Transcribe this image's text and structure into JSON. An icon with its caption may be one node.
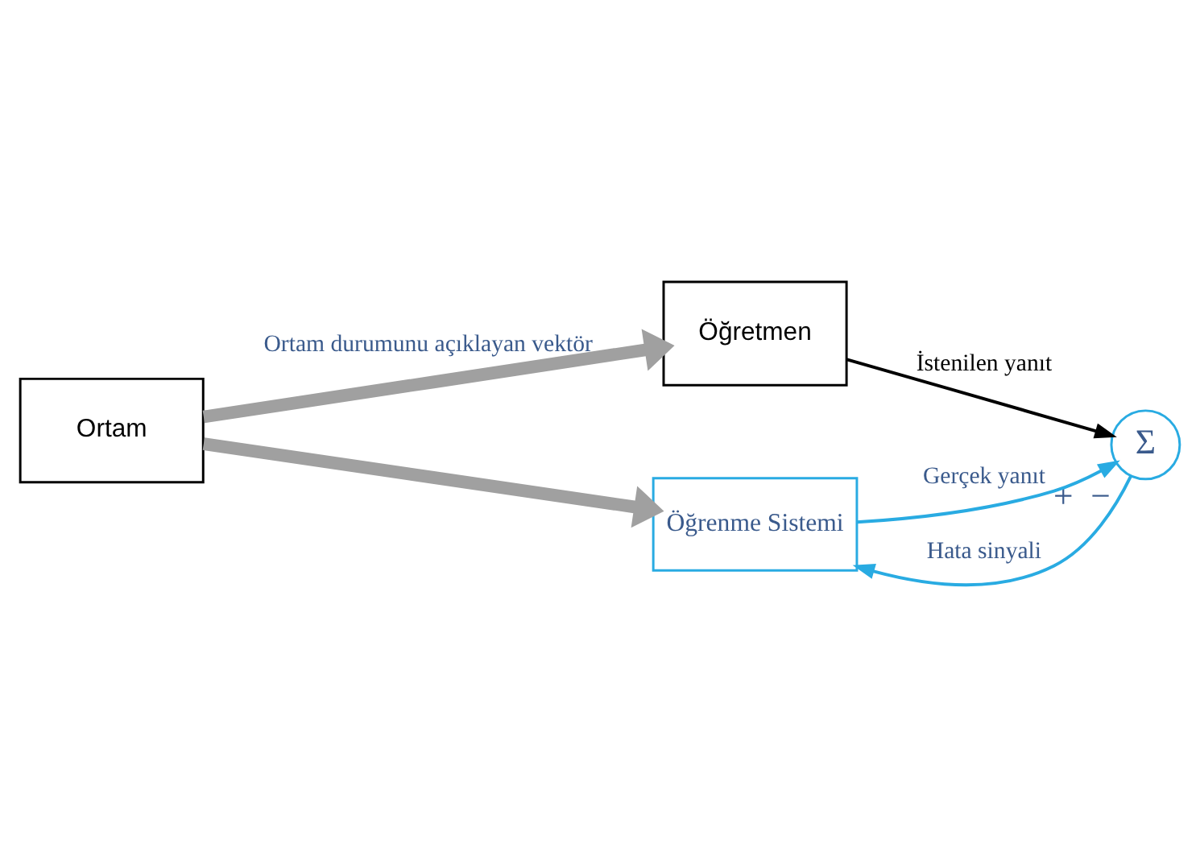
{
  "diagram": {
    "nodes": [
      {
        "text": [
          "Ortam"
        ]
      },
      {
        "text": [
          "Öğretmen"
        ]
      },
      {
        "text": [
          "Öğrenme Sistemi"
        ]
      },
      {
        "text": [
          "Σ"
        ],
        "beside": [
          "+",
          "−"
        ]
      }
    ],
    "edges": [
      {
        "from": 0,
        "to": 1,
        "arrow": "to",
        "label": "Ortam durumunu açıklayan vektör",
        "style": "thick",
        "color": "#a0a0a0"
      },
      {
        "from": 0,
        "to": 2,
        "arrow": "to",
        "style": "thick",
        "color": "#a0a0a0"
      },
      {
        "from": 1,
        "to": 3,
        "arrow": "to",
        "label": "İstenilen yanıt",
        "color": "#000000"
      },
      {
        "from": 2,
        "to": 3,
        "arrow": "to",
        "label": "Gerçek yanıt",
        "color": "#29abe2"
      },
      {
        "from": 3,
        "to": 2,
        "arrow": "to",
        "label": "Hata sinyali",
        "color": "#29abe2"
      }
    ]
  }
}
